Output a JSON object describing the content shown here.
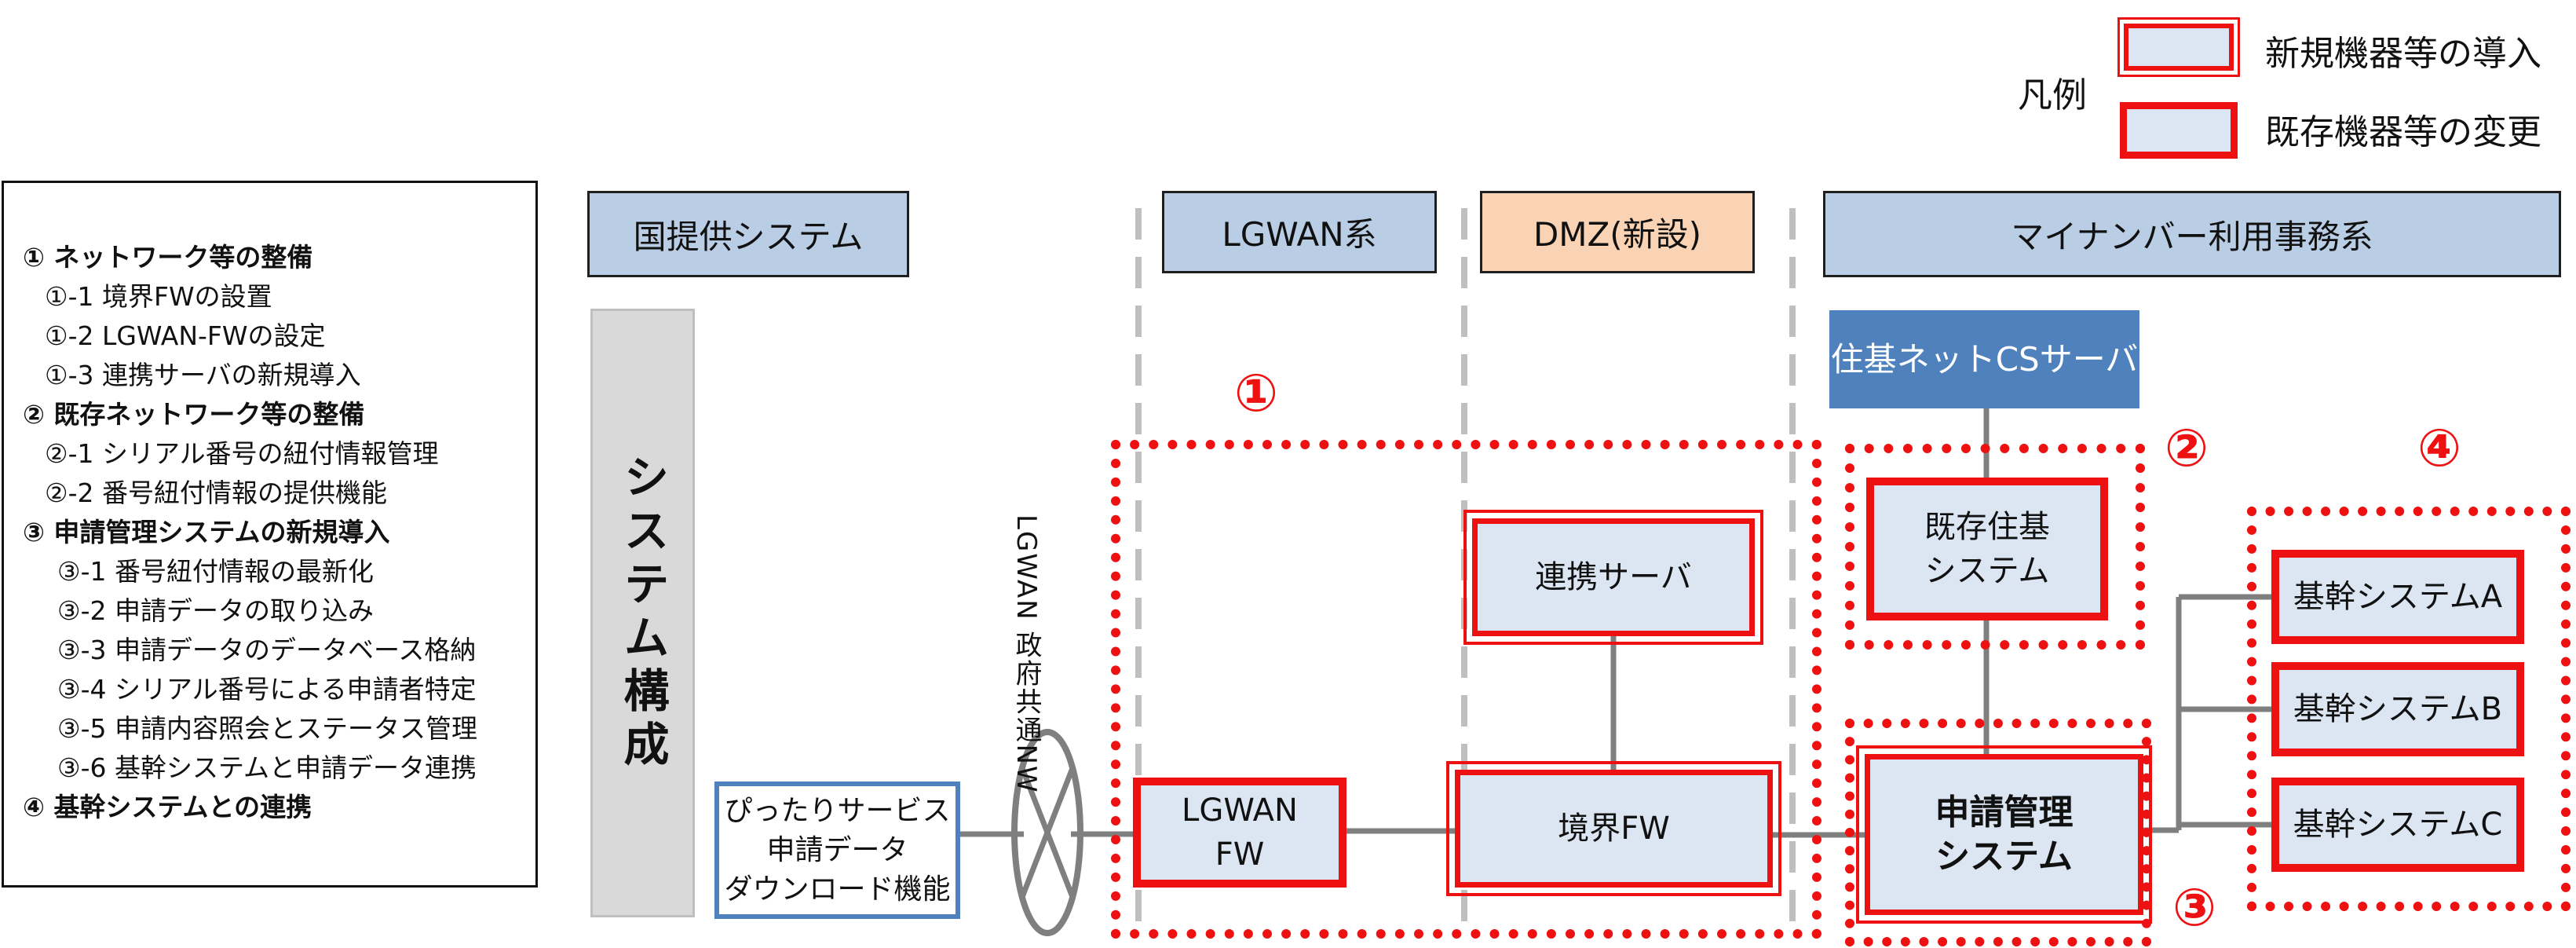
{
  "legend": {
    "title": "凡例",
    "new_label": "新規機器等の導入",
    "mod_label": "既存機器等の変更"
  },
  "task_list": [
    {
      "text": "①  ネットワーク等の整備",
      "level": 0
    },
    {
      "text": "①-1  境界FWの設置",
      "level": 1
    },
    {
      "text": "①-2  LGWAN-FWの設定",
      "level": 1
    },
    {
      "text": "①-3  連携サーバの新規導入",
      "level": 1
    },
    {
      "text": "②  既存ネットワーク等の整備",
      "level": 0
    },
    {
      "text": "②-1  シリアル番号の紐付情報管理",
      "level": 1
    },
    {
      "text": "②-2  番号紐付情報の提供機能",
      "level": 1
    },
    {
      "text": "③  申請管理システムの新規導入",
      "level": 0
    },
    {
      "text": "③-1  番号紐付情報の最新化",
      "level": 2
    },
    {
      "text": "③-2  申請データの取り込み",
      "level": 2
    },
    {
      "text": "③-3  申請データのデータベース格納",
      "level": 2
    },
    {
      "text": "③-4  シリアル番号による申請者特定",
      "level": 2
    },
    {
      "text": "③-5  申請内容照会とステータス管理",
      "level": 2
    },
    {
      "text": "③-6  基幹システムと申請データ連携",
      "level": 2
    },
    {
      "text": "④  基幹システムとの連携",
      "level": 0
    }
  ],
  "zones": {
    "national": "国提供システム",
    "lgwan": "LGWAN系",
    "dmz": "DMZ(新設)",
    "mynumber": "マイナンバー利用事務系"
  },
  "system_config": "システム構成",
  "network_label": "LGWAN\n政府共通NW",
  "nodes": {
    "pittari_service": "ぴったりサービス\n申請データ\nダウンロード機能",
    "lgwan_fw": "LGWAN\nFW",
    "renkei_server": "連携サーバ",
    "kyokai_fw": "境界FW",
    "juki_cs": "住基ネットCSサーバ",
    "kizon_juki": "既存住基\nシステム",
    "shinsei_kanri": "申請管理\nシステム",
    "kikan_a": "基幹システムA",
    "kikan_b": "基幹システムB",
    "kikan_c": "基幹システムC"
  },
  "markers": {
    "m1": "①",
    "m2": "②",
    "m3": "③",
    "m4": "④"
  },
  "colors": {
    "zone_blue": "#b9cde5",
    "zone_orange": "#fad3b4",
    "node_fill": "#dce6f2",
    "accent_red": "#ee1111",
    "cs_blue": "#4f81bd",
    "line_gray": "#7f7f7f",
    "divider_gray": "#bfbfbf"
  }
}
